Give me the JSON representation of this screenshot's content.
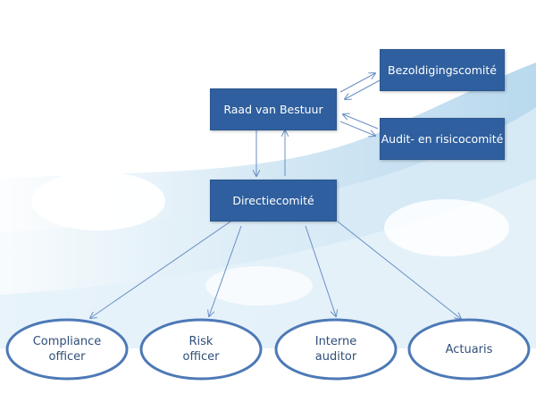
{
  "nodes": {
    "raad": "Raad van Bestuur",
    "bezoldiging": "Bezoldigingscomité",
    "audit": "Audit- en risicocomité",
    "directie": "Directiecomité"
  },
  "roles": [
    {
      "line1": "Compliance",
      "line2": "officer"
    },
    {
      "line1": "Risk",
      "line2": "officer"
    },
    {
      "line1": "Interne",
      "line2": "auditor"
    },
    {
      "line1": "Actuaris",
      "line2": ""
    }
  ],
  "colors": {
    "box_fill": "#2f5f9e",
    "oval_border": "#4d79b6",
    "text_dark": "#2f4f7a",
    "arrow": "#6a8fc4"
  }
}
